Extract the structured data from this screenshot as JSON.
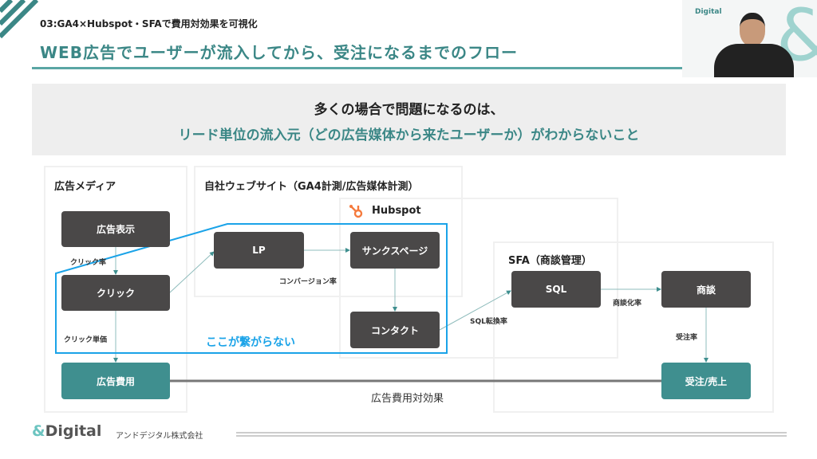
{
  "header": {
    "section": "03:GA4×Hubspot・SFAで費用対効果を可視化",
    "title": "WEB広告でユーザーが流入してから、受注になるまでのフロー"
  },
  "banner": {
    "line1": "多くの場合で問題になるのは、",
    "line2": "リード単位の流入元（どの広告媒体から来たユーザーか）がわからないこと"
  },
  "panels": {
    "ad_media": "広告メディア",
    "website": "自社ウェブサイト（GA4計測/広告媒体計測）",
    "hubspot": "Hubspot",
    "sfa": "SFA（商談管理）"
  },
  "nodes": {
    "ad_display": "広告表示",
    "click": "クリック",
    "ad_cost": "広告費用",
    "lp": "LP",
    "thanks": "サンクスページ",
    "contact": "コンタクト",
    "sql": "SQL",
    "deal": "商談",
    "order": "受注/売上"
  },
  "edges": {
    "ctr": "クリック率",
    "cpc": "クリック単価",
    "cvr": "コンバージョン率",
    "sql_rate": "SQL転換率",
    "deal_rate": "商談化率",
    "order_rate": "受注率",
    "roas": "広告費用対効果"
  },
  "callout": "ここが繋がらない",
  "footer": {
    "logo": "Digital",
    "company": "アンドデジタル株式会社"
  },
  "webcam": {
    "logo": "Digital"
  },
  "colors": {
    "teal": "#3f8f8f",
    "blue": "#1aa3e8",
    "hubspot": "#f57a3d"
  }
}
